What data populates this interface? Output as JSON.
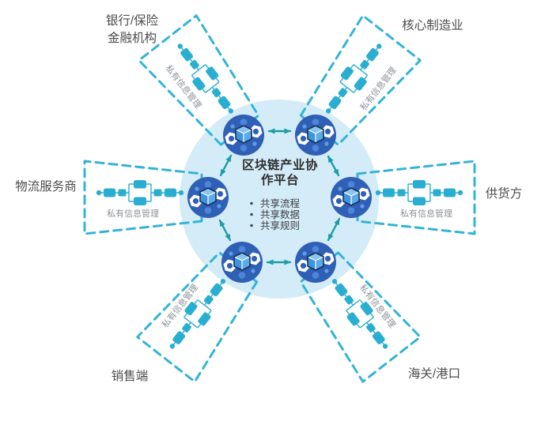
{
  "diagram_title": "区块链产业协作平台",
  "center": {
    "title_line1": "区块链产业协",
    "title_line2": "作平台",
    "bullets": [
      "共享流程",
      "共享数据",
      "共享规则"
    ]
  },
  "spokes": [
    {
      "id": "banking",
      "label_line1": "银行/保险",
      "label_line2": "金融机构",
      "inner_label": "私有信息管理"
    },
    {
      "id": "manufacturing",
      "label_line1": "核心制造业",
      "inner_label": "私有信息管理"
    },
    {
      "id": "supplier",
      "label_line1": "供货方",
      "inner_label": "私有信息管理"
    },
    {
      "id": "customs",
      "label_line1": "海关/港口",
      "inner_label": "私有信息管理"
    },
    {
      "id": "sales",
      "label_line1": "销售端",
      "inner_label": "私有信息管理"
    },
    {
      "id": "logistics",
      "label_line1": "物流服务商",
      "inner_label": "私有信息管理"
    }
  ],
  "icons": {
    "node": "blockchain-node-icon",
    "flow": "private-flow-diagram-icon",
    "arrow": "double-arrow-icon"
  },
  "colors": {
    "hub_fill": "#d4ecf8",
    "node_fill": "#3060b6",
    "node_dot": "#4d85da",
    "dash_teal": "#33b4d7",
    "arrow_teal": "#1d9da4",
    "flow_teal": "#29aed2",
    "cube_left": "#3e95de",
    "cube_right": "#5aabe9",
    "cube_top": "#8ac4f0",
    "label_gray": "#4c4c4c",
    "inner_label_gray": "#8d9298",
    "title_dark": "#2e2e2e"
  }
}
